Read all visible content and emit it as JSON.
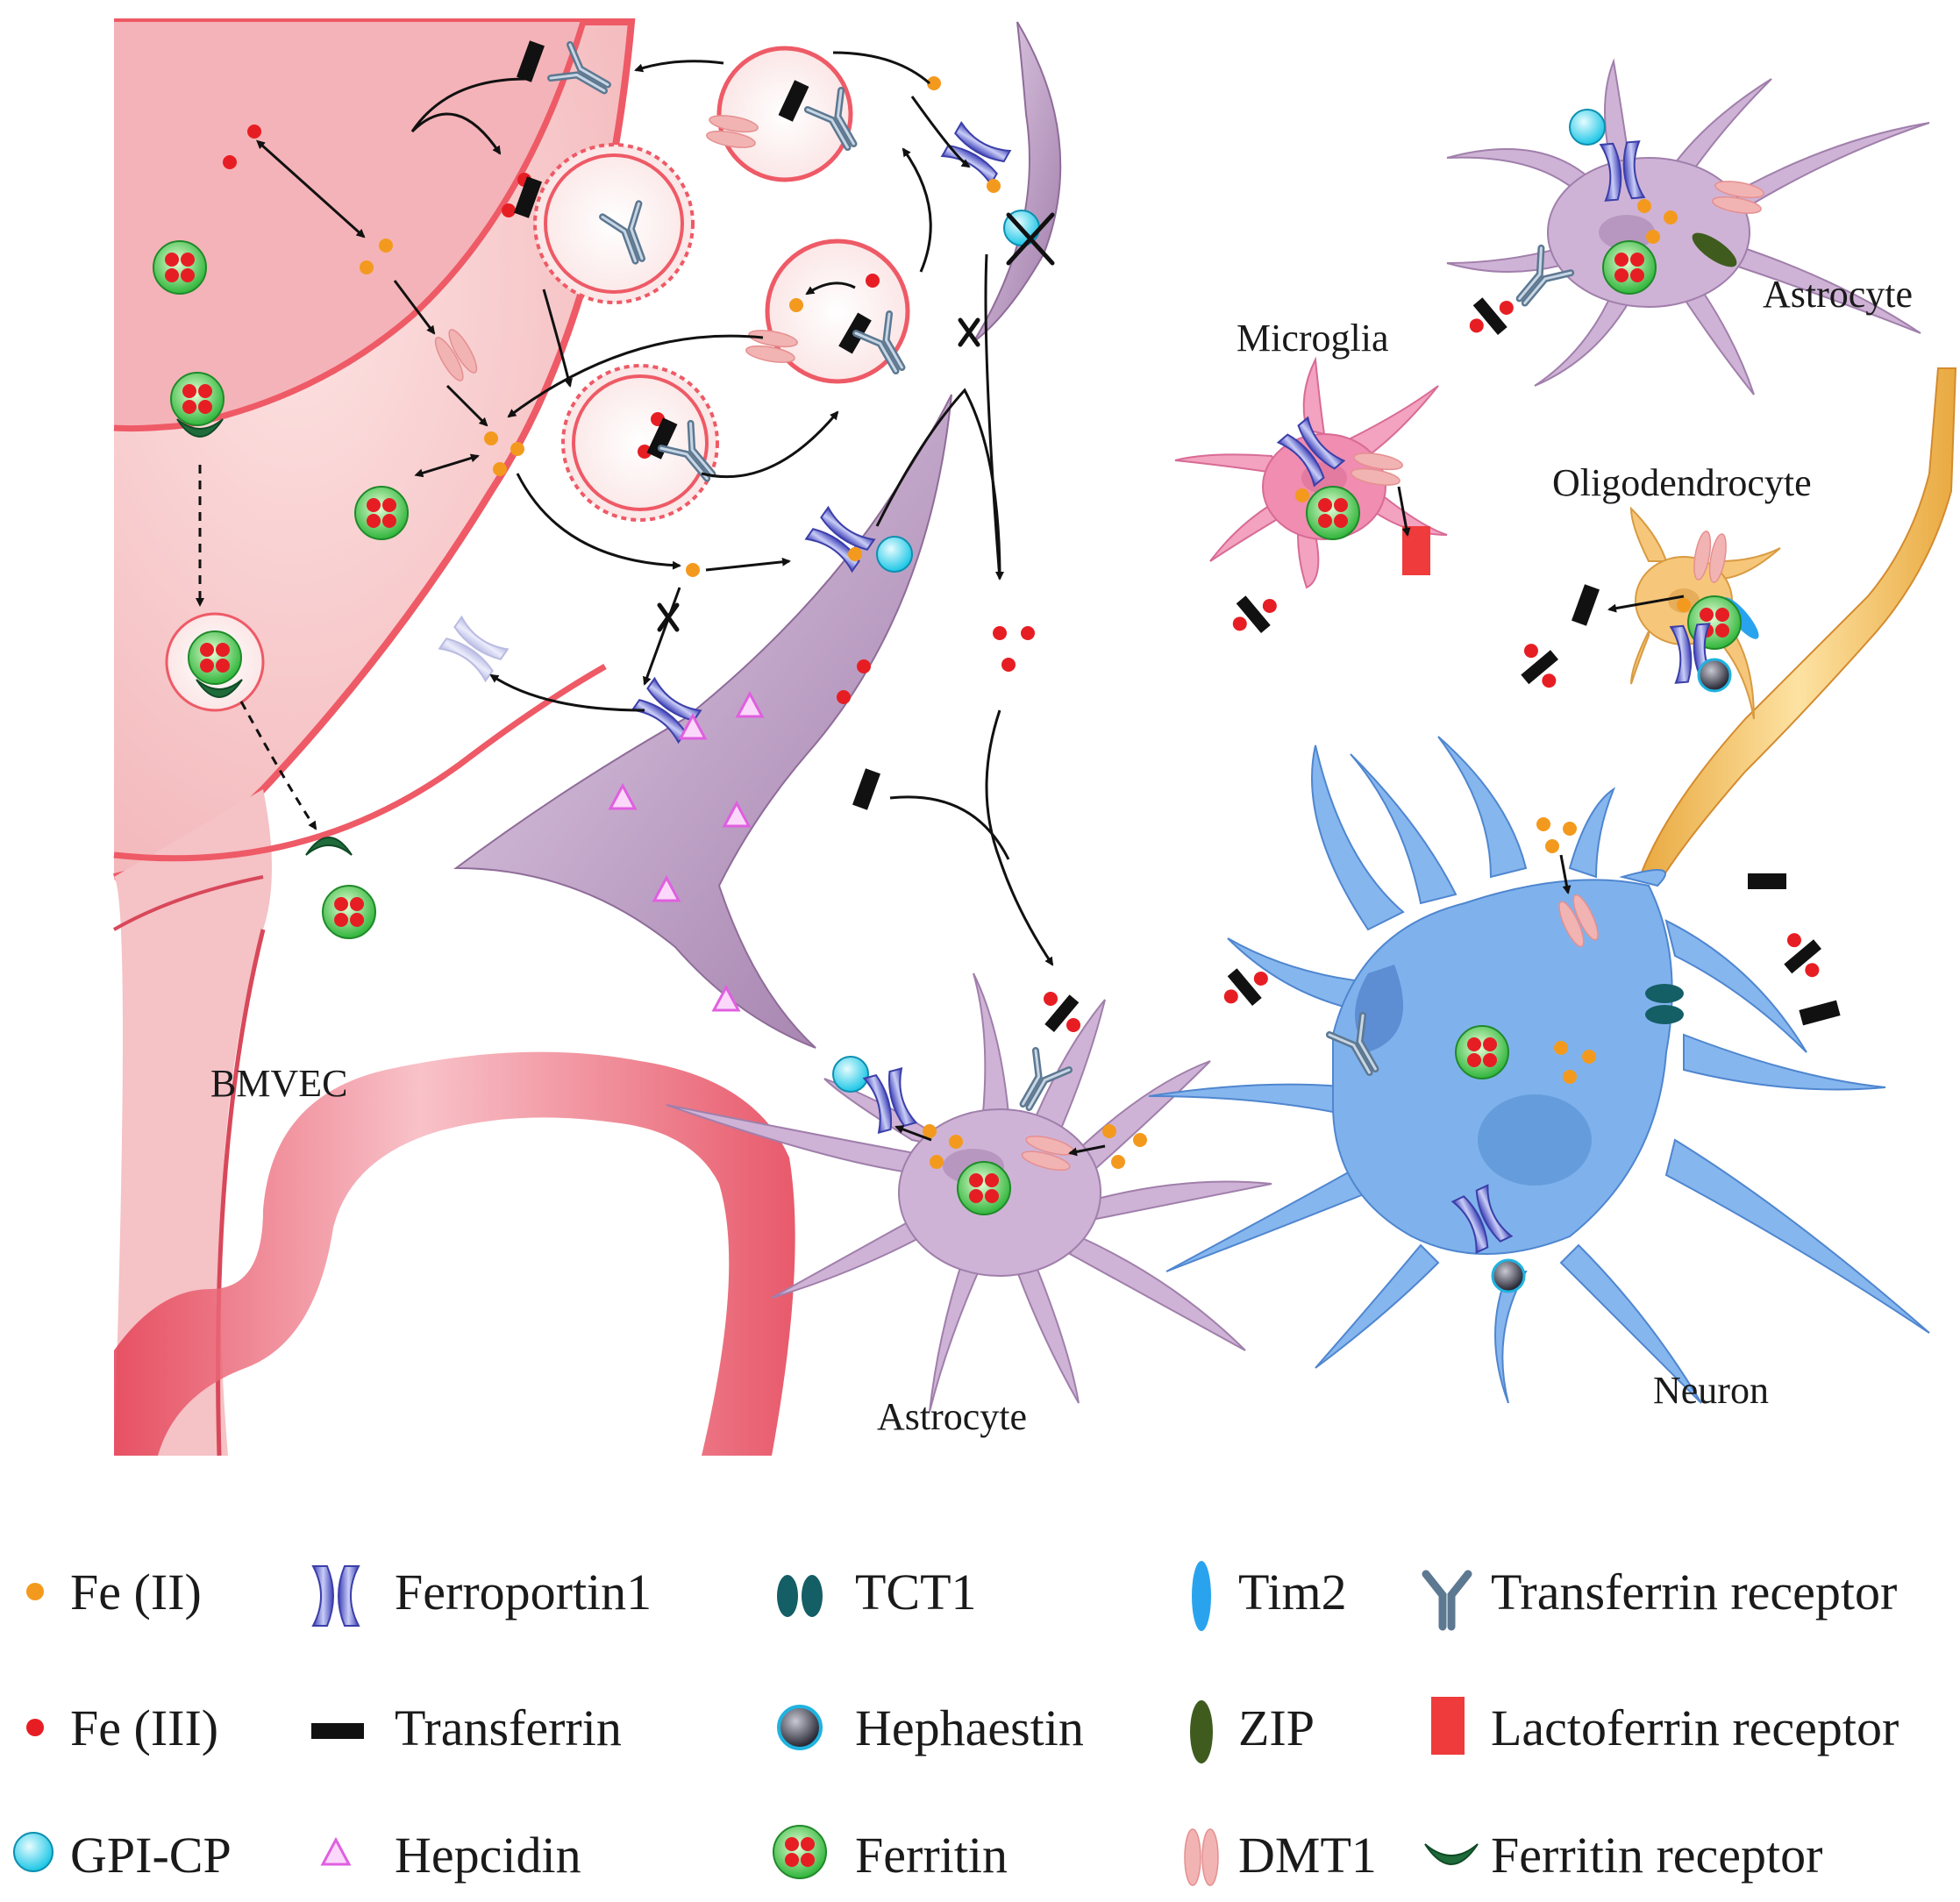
{
  "labels": {
    "bmvec": "BMVEC",
    "astrocyte_bottom": "Astrocyte",
    "astrocyte_top": "Astrocyte",
    "microglia": "Microglia",
    "oligodendrocyte": "Oligodendrocyte",
    "neuron": "Neuron"
  },
  "legend": [
    {
      "icon": "fe2-icon",
      "label": "Fe (II)"
    },
    {
      "icon": "ferroportin1-icon",
      "label": "Ferroportin1"
    },
    {
      "icon": "tct1-icon",
      "label": "TCT1"
    },
    {
      "icon": "tim2-icon",
      "label": "Tim2"
    },
    {
      "icon": "transferrin-receptor-icon",
      "label": "Transferrin receptor"
    },
    {
      "icon": "fe3-icon",
      "label": "Fe (III)"
    },
    {
      "icon": "transferrin-icon",
      "label": "Transferrin"
    },
    {
      "icon": "hephaestin-icon",
      "label": "Hephaestin"
    },
    {
      "icon": "zip-icon",
      "label": "ZIP"
    },
    {
      "icon": "lactoferrin-receptor-icon",
      "label": "Lactoferrin receptor"
    },
    {
      "icon": "gpi-cp-icon",
      "label": "GPI-CP"
    },
    {
      "icon": "hepcidin-icon",
      "label": "Hepcidin"
    },
    {
      "icon": "ferritin-icon",
      "label": "Ferritin"
    },
    {
      "icon": "dmt1-icon",
      "label": "DMT1"
    },
    {
      "icon": "ferritin-receptor-icon",
      "label": "Ferritin receptor"
    }
  ],
  "colors": {
    "fe2": "#f39a1e",
    "fe3": "#e61e24",
    "endothelium": "#f7c6c8",
    "endothelium_edge": "#ee5a66",
    "astrocyte": "#c9a8cf",
    "microglia": "#f08db0",
    "oligodendrocyte": "#f6c77a",
    "neuron": "#7fb2ec",
    "ferroportin": "#6b6fd0",
    "tct1": "#145e66",
    "tim2": "#29a3ee",
    "zip": "#3f5c1e",
    "lactoferrin_receptor": "#ef3b3b",
    "dmt1": "#f2b3b3",
    "hepcidin": "#e86ee0",
    "gpi_cp": "#20c9e8",
    "ferritin_receptor": "#1f6b3a"
  }
}
